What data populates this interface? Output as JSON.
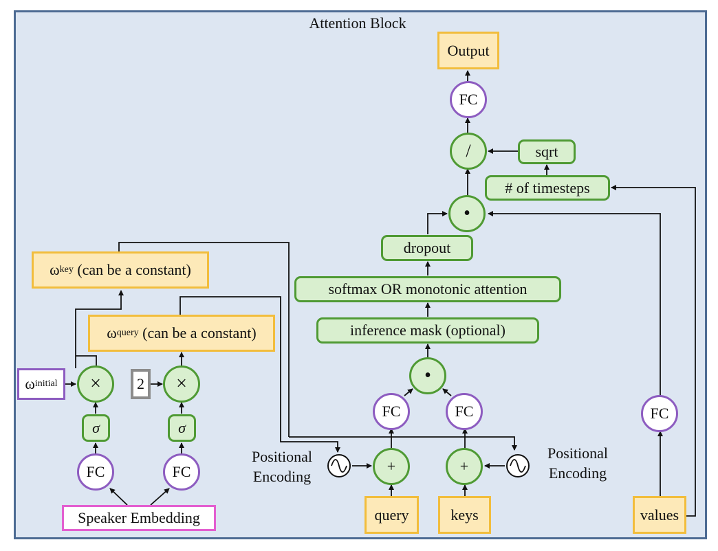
{
  "title": "Attention Block",
  "nodes": {
    "output": "Output",
    "fc_top": "FC",
    "divide": "/",
    "sqrt": "sqrt",
    "timesteps": "# of timesteps",
    "dot_top": "•",
    "dropout": "dropout",
    "softmax": "softmax OR monotonic attention",
    "mask": "inference mask (optional)",
    "dot_mid": "•",
    "fc_query": "FC",
    "fc_keys": "FC",
    "plus_query": "+",
    "plus_keys": "+",
    "query": "query",
    "keys": "keys",
    "fc_values": "FC",
    "values": "values",
    "w_key_symbol": "ω",
    "w_key_sub": "key",
    "w_key_rest": " (can be a constant)",
    "w_query_symbol": "ω",
    "w_query_sub": "query",
    "w_query_rest": " (can be a constant)",
    "w_initial_symbol": "ω",
    "w_initial_sub": "initial",
    "two": "2",
    "times_left": "×",
    "times_right": "×",
    "sigma_left": "σ",
    "sigma_right": "σ",
    "fc_left": "FC",
    "fc_right": "FC",
    "speaker": "Speaker Embedding"
  },
  "labels": {
    "pos_enc_left_1": "Positional",
    "pos_enc_left_2": "Encoding",
    "pos_enc_right_1": "Positional",
    "pos_enc_right_2": "Encoding"
  },
  "colors": {
    "background": "#dde6f2",
    "border": "#4d6b93",
    "orange_fill": "#fde9b8",
    "orange_border": "#f2bd3c",
    "green_fill": "#d9efcf",
    "green_border": "#4f9a34",
    "purple_border": "#8d5cc0",
    "pink_border": "#e35fd0",
    "gray_border": "#8c8c8c"
  }
}
